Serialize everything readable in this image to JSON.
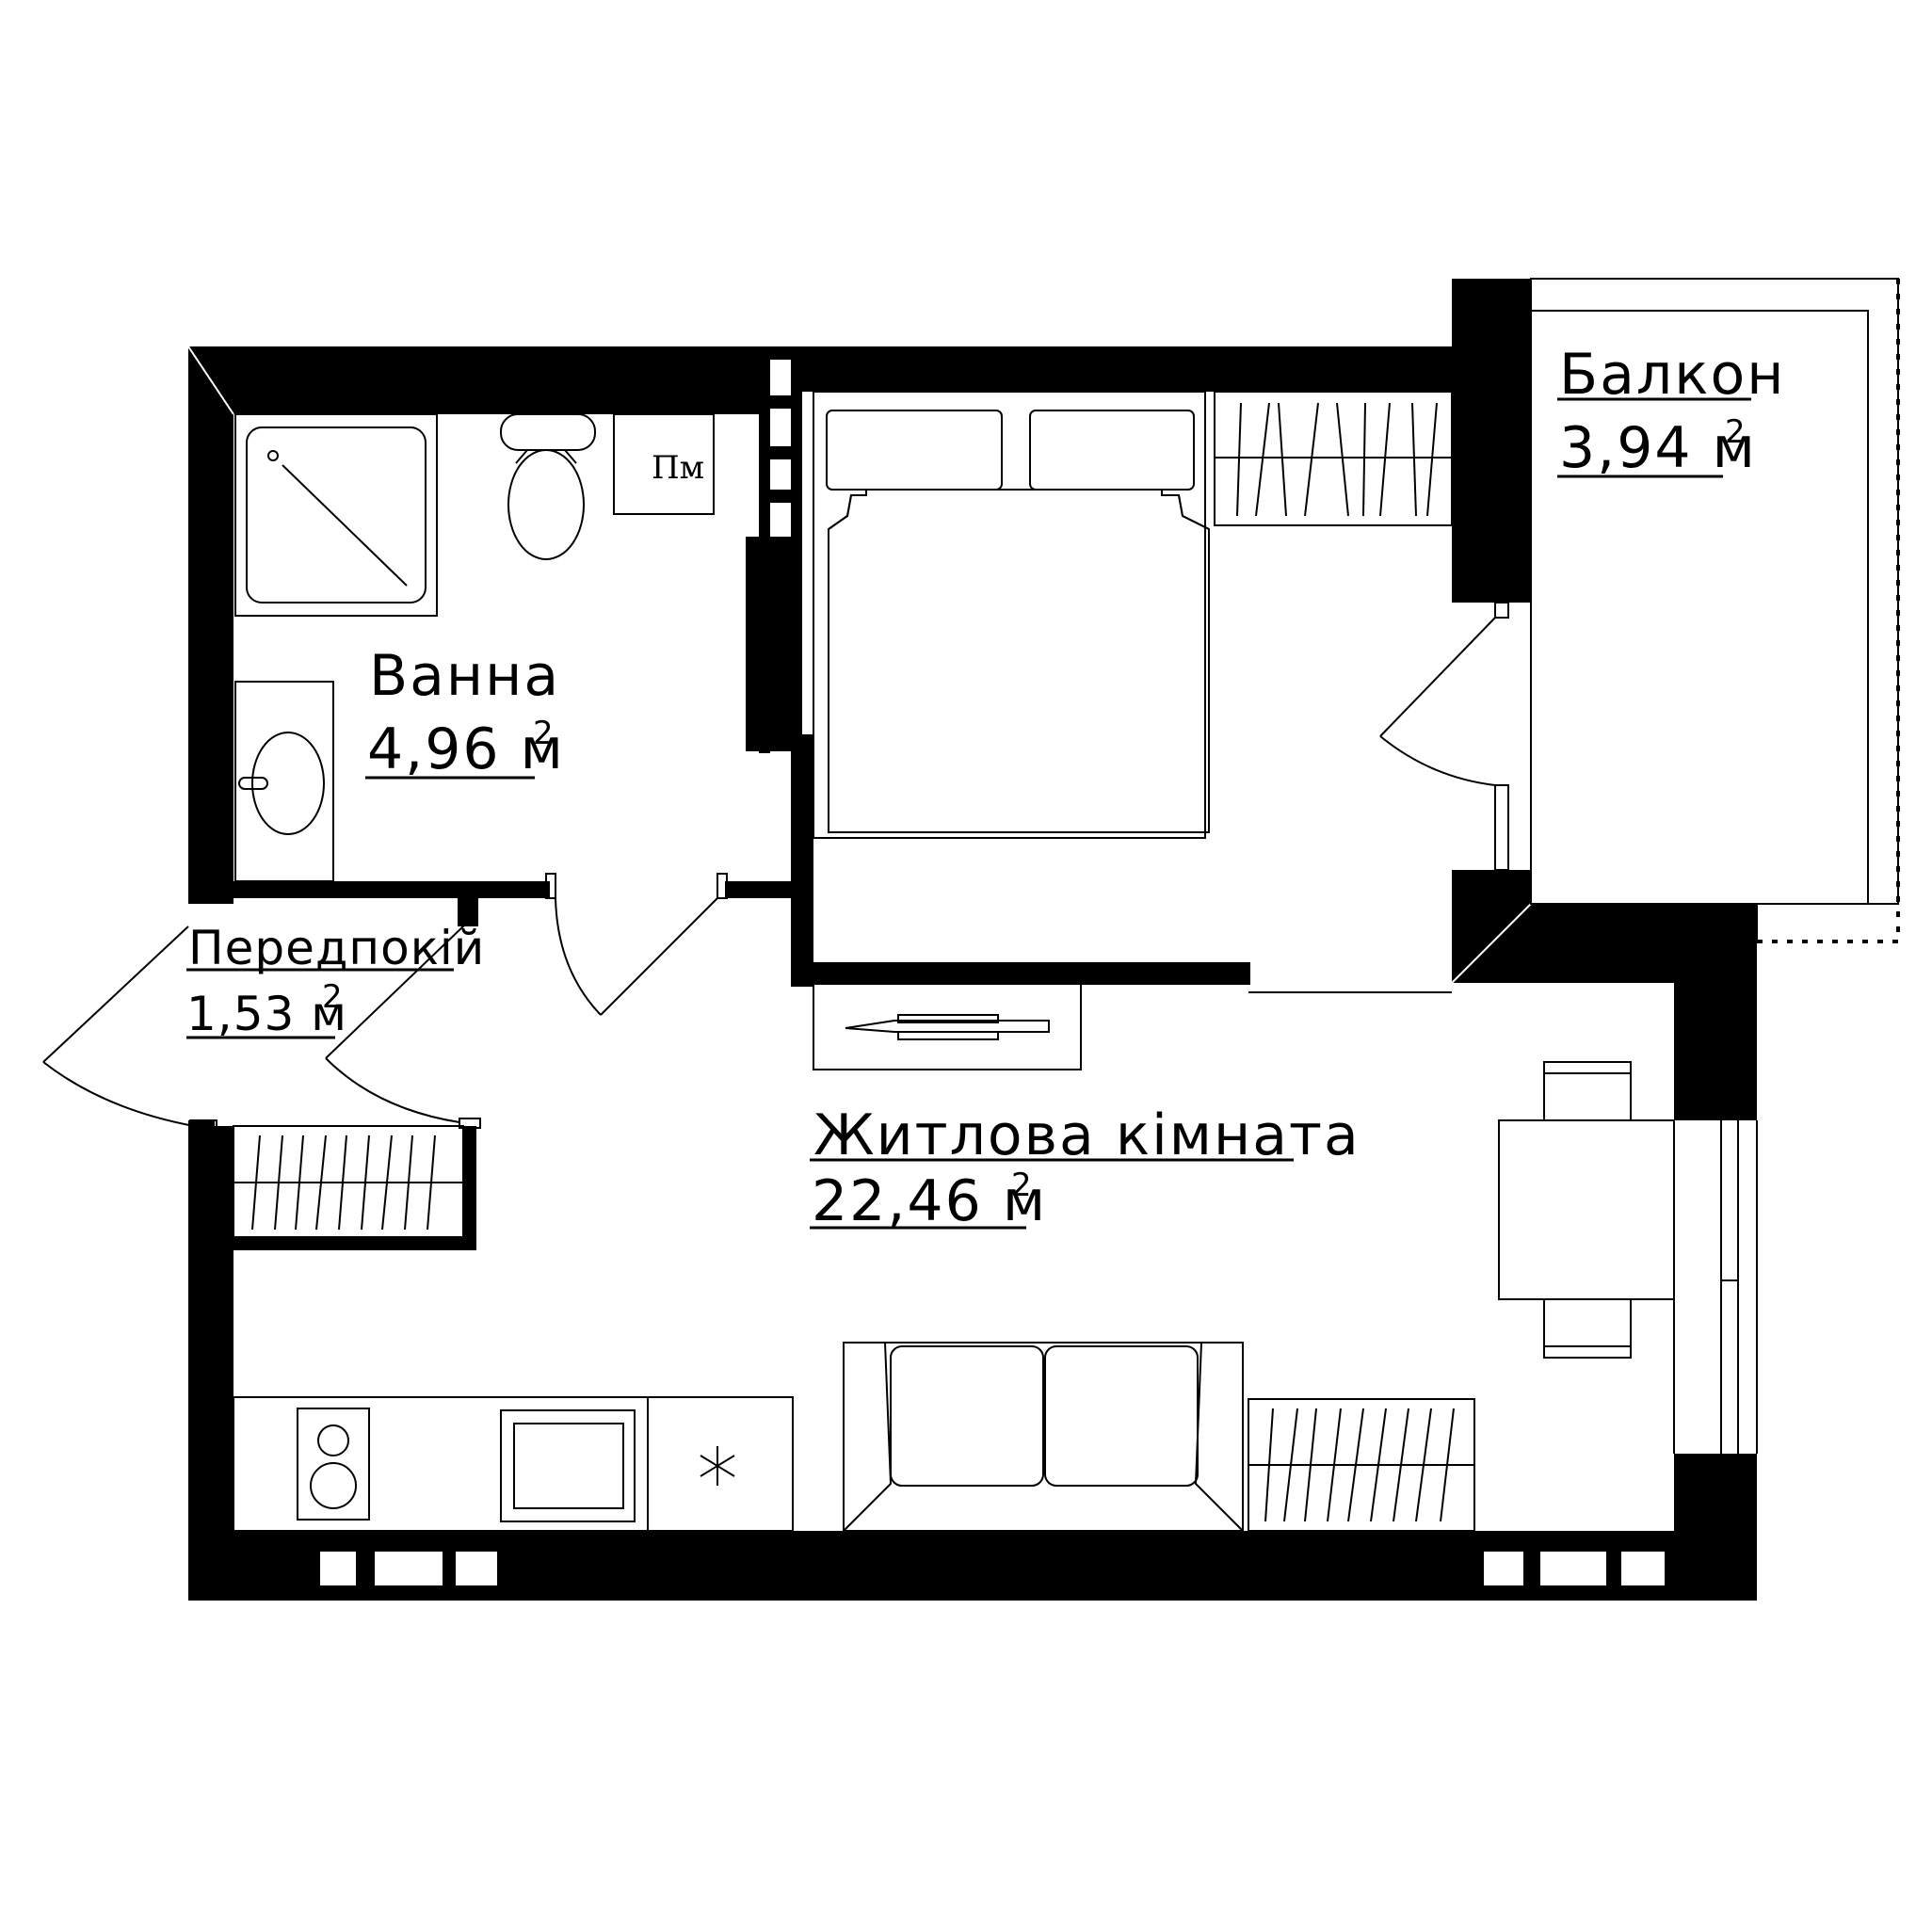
{
  "rooms": {
    "bathroom": {
      "name": "Ванна",
      "area": "4,96 м",
      "unit_sup": "2"
    },
    "hallway": {
      "name": "Передпокій",
      "area": "1,53 м",
      "unit_sup": "2"
    },
    "living": {
      "name": "Житлова кімната",
      "area": "22,46 м",
      "unit_sup": "2"
    },
    "balcony": {
      "name": "Балкон",
      "area": "3,94 м",
      "unit_sup": "2"
    }
  },
  "fixtures": {
    "washing_machine_label": "Пм"
  },
  "colors": {
    "wall": "#000000",
    "background": "#ffffff",
    "line": "#000000"
  }
}
